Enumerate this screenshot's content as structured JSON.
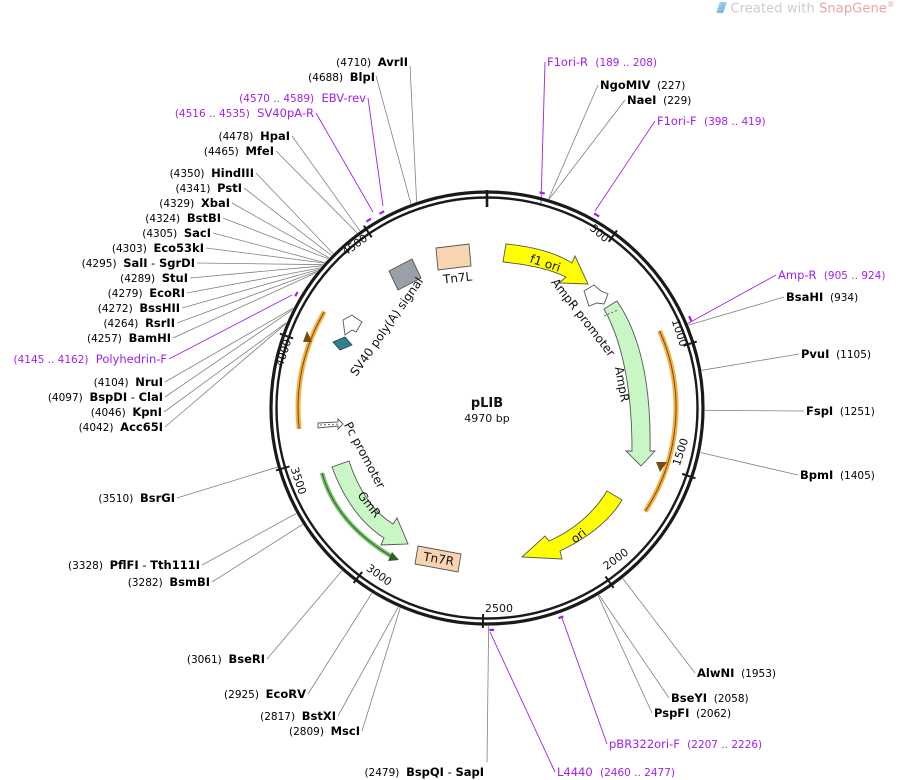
{
  "watermark": {
    "prefix": "Created with ",
    "brand": "SnapGene",
    "mark": "®"
  },
  "plasmid": {
    "name": "pLIB",
    "size_label": "4970 bp",
    "length": 4970
  },
  "ticks": [
    "500",
    "1000",
    "1500",
    "2000",
    "2500",
    "3000",
    "3500",
    "4000",
    "4500"
  ],
  "colors": {
    "primer": "#a020f0",
    "enzyme": "#000000",
    "leader": "#808080",
    "ring": "#1a1a1a",
    "orange_arc": "#f5b041",
    "yellow_feature": "#ffff00",
    "green_feature": "#c8f7c5",
    "terminator": "#f9d4b0",
    "gray_feature": "#9aa0a8",
    "promoter_fill": "#ffffff",
    "teal_feature": "#2e7f8f"
  },
  "enzymes_left": [
    {
      "pos": "(4710)",
      "name": "AvrII"
    },
    {
      "pos": "(4688)",
      "name": "BlpI"
    },
    {
      "pos": "(4478)",
      "name": "HpaI"
    },
    {
      "pos": "(4465)",
      "name": "MfeI"
    },
    {
      "pos": "(4350)",
      "name": "HindIII"
    },
    {
      "pos": "(4341)",
      "name": "PstI"
    },
    {
      "pos": "(4329)",
      "name": "XbaI"
    },
    {
      "pos": "(4324)",
      "name": "BstBI"
    },
    {
      "pos": "(4305)",
      "name": "SacI"
    },
    {
      "pos": "(4303)",
      "name": "Eco53kI"
    },
    {
      "pos": "(4295)",
      "name": "SalI",
      "name2": "SgrDI"
    },
    {
      "pos": "(4289)",
      "name": "StuI"
    },
    {
      "pos": "(4279)",
      "name": "EcoRI"
    },
    {
      "pos": "(4272)",
      "name": "BssHII"
    },
    {
      "pos": "(4264)",
      "name": "RsrII"
    },
    {
      "pos": "(4257)",
      "name": "BamHI"
    },
    {
      "pos": "(4104)",
      "name": "NruI"
    },
    {
      "pos": "(4097)",
      "name": "BspDI",
      "name2": "ClaI"
    },
    {
      "pos": "(4046)",
      "name": "KpnI"
    },
    {
      "pos": "(4042)",
      "name": "Acc65I"
    },
    {
      "pos": "(3510)",
      "name": "BsrGI"
    },
    {
      "pos": "(3328)",
      "name": "PflFI",
      "name2": "Tth111I"
    },
    {
      "pos": "(3282)",
      "name": "BsmBI"
    },
    {
      "pos": "(3061)",
      "name": "BseRI"
    },
    {
      "pos": "(2925)",
      "name": "EcoRV"
    },
    {
      "pos": "(2817)",
      "name": "BstXI"
    },
    {
      "pos": "(2809)",
      "name": "MscI"
    },
    {
      "pos": "(2479)",
      "name": "BspQI",
      "name2": "SapI"
    }
  ],
  "enzymes_right": [
    {
      "pos": "(227)",
      "name": "NgoMIV"
    },
    {
      "pos": "(229)",
      "name": "NaeI"
    },
    {
      "pos": "(934)",
      "name": "BsaHI"
    },
    {
      "pos": "(1105)",
      "name": "PvuI"
    },
    {
      "pos": "(1251)",
      "name": "FspI"
    },
    {
      "pos": "(1405)",
      "name": "BpmI"
    },
    {
      "pos": "(1953)",
      "name": "AlwNI"
    },
    {
      "pos": "(2058)",
      "name": "BseYI"
    },
    {
      "pos": "(2062)",
      "name": "PspFI"
    }
  ],
  "primers": [
    {
      "name": "EBV-rev",
      "range": "(4570 .. 4589)"
    },
    {
      "name": "SV40pA-R",
      "range": "(4516 .. 4535)"
    },
    {
      "name": "Polyhedrin-F",
      "range": "(4145 .. 4162)"
    },
    {
      "name": "F1ori-R",
      "range": "(189 .. 208)"
    },
    {
      "name": "F1ori-F",
      "range": "(398 .. 419)"
    },
    {
      "name": "Amp-R",
      "range": "(905 .. 924)"
    },
    {
      "name": "pBR322ori-F",
      "range": "(2207 .. 2226)"
    },
    {
      "name": "L4440",
      "range": "(2460 .. 2477)"
    }
  ],
  "features": [
    {
      "name": "f1 ori",
      "type": "yellow"
    },
    {
      "name": "AmpR promoter",
      "type": "promoter"
    },
    {
      "name": "AmpR",
      "type": "green"
    },
    {
      "name": "ori",
      "type": "yellow"
    },
    {
      "name": "Tn7L",
      "type": "terminator"
    },
    {
      "name": "Tn7R",
      "type": "terminator"
    },
    {
      "name": "GmR",
      "type": "green"
    },
    {
      "name": "Pc promoter",
      "type": "promoter"
    },
    {
      "name": "SV40 poly(A) signal",
      "type": "gray"
    }
  ]
}
